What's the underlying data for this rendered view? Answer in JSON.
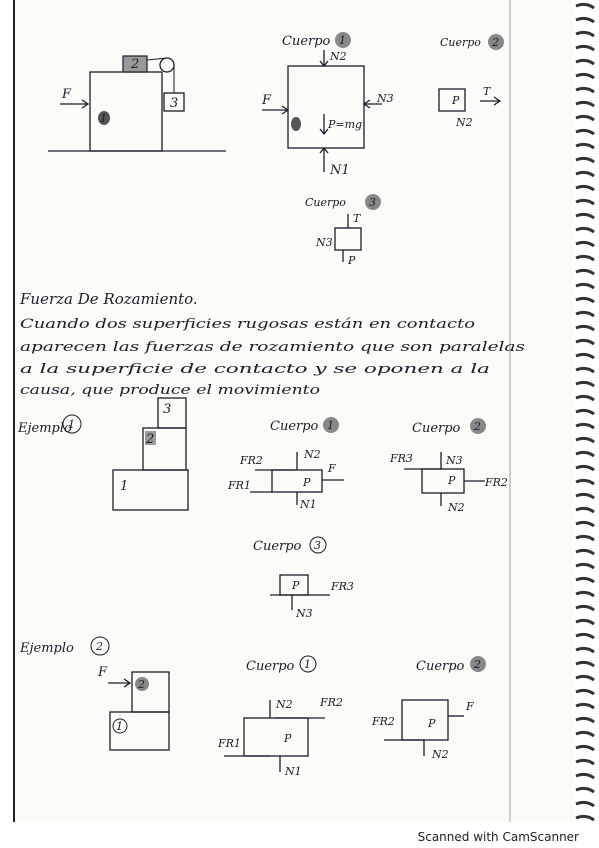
{
  "page": {
    "paper_color": "#fbfbf8",
    "ink_color": "#1c1c2a",
    "marker_color": "#555555",
    "binding_color": "#333333"
  },
  "sec1": {
    "F": "F",
    "b2": "2",
    "b3": "3",
    "b1": "1",
    "c1_title": "Cuerpo",
    "c1_num": "1",
    "N2": "N2",
    "F_c1": "F",
    "N3": "N3",
    "Pmg": "P=mg",
    "N1": "N1",
    "c2_title": "Cuerpo",
    "c2_num": "2",
    "P2": "P",
    "T2": "T",
    "N2b": "N2",
    "c3_title": "Cuerpo",
    "c3_num": "3",
    "T3": "T",
    "N3b": "N3",
    "P3": "P"
  },
  "friction": {
    "heading": "Fuerza De Rozamiento.",
    "line1": "Cuando dos superficies rugosas están en contacto",
    "line2": "aparecen las fuerzas de rozamiento que son paralelas",
    "line3": "a la superficie de contacto y se oponen a la",
    "line4": "causa, que produce el movimiento"
  },
  "ex1": {
    "label": "Ejemplo",
    "num": "1",
    "b1": "1",
    "b2": "2",
    "b3": "3",
    "c1_title": "Cuerpo",
    "c1_num": "1",
    "FR2": "FR2",
    "N2": "N2",
    "F": "F",
    "FR1": "FR1",
    "P": "P",
    "N1": "N1",
    "c2_title": "Cuerpo",
    "c2_num": "2",
    "FR3": "FR3",
    "N3": "N3",
    "P2": "P",
    "FR2b": "FR2",
    "N2b": "N2",
    "c3_title": "Cuerpo",
    "c3_num": "3",
    "P3": "P",
    "FR3b": "FR3",
    "N3b": "N3"
  },
  "ex2": {
    "label": "Ejemplo",
    "num": "2",
    "F": "F",
    "b2": "2",
    "b1": "1",
    "c1_title": "Cuerpo",
    "c1_num": "1",
    "N2": "N2",
    "FR2": "FR2",
    "FR1": "FR1",
    "P": "P",
    "N1": "N1",
    "c2_title": "Cuerpo",
    "c2_num": "2",
    "FR2b": "FR2",
    "F2": "F",
    "P2": "P",
    "N2b": "N2"
  },
  "footer": {
    "scanner": "Scanned with CamScanner"
  }
}
